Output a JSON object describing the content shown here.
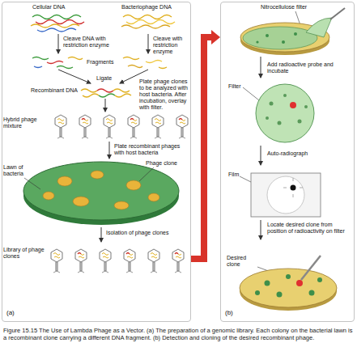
{
  "diagram": {
    "caption": "Figure 15.15 The Use of Lambda Phage as a Vector. (a) The preparation of a genomic library. Each colony on the bacterial lawn is a recombinant clone carrying a different DNA fragment. (b) Detection and cloning of the desired recombinant phage.",
    "nodes": [
      {
        "text": [
          "(a)"
        ]
      },
      {
        "text": [
          "(b)"
        ]
      }
    ],
    "edges": [
      {
        "from": 0,
        "to": 1,
        "arrow": "to"
      }
    ],
    "labels": [
      "Cellular DNA",
      "Bacteriophage DNA",
      "Cleave DNA with restriction enzyme",
      "Cleave with restriction enzyme",
      "Fragments",
      "Ligate",
      "Recombinant DNA",
      "Plate phage clones to be analyzed with host bacteria. After incubation, overlay with filter.",
      "Hybrid phage mixture",
      "Plate recombinant phages with host bacteria",
      "Lawn of bacteria",
      "Phage clone",
      "Isolation of phage clones",
      "Library of phage clones",
      "Nitrocellulose filter",
      "Add radioactive probe and incubate",
      "Filter",
      "Auto-radiograph",
      "Film",
      "Locate desired clone from position of radioactivity on filter",
      "Desired clone"
    ]
  }
}
